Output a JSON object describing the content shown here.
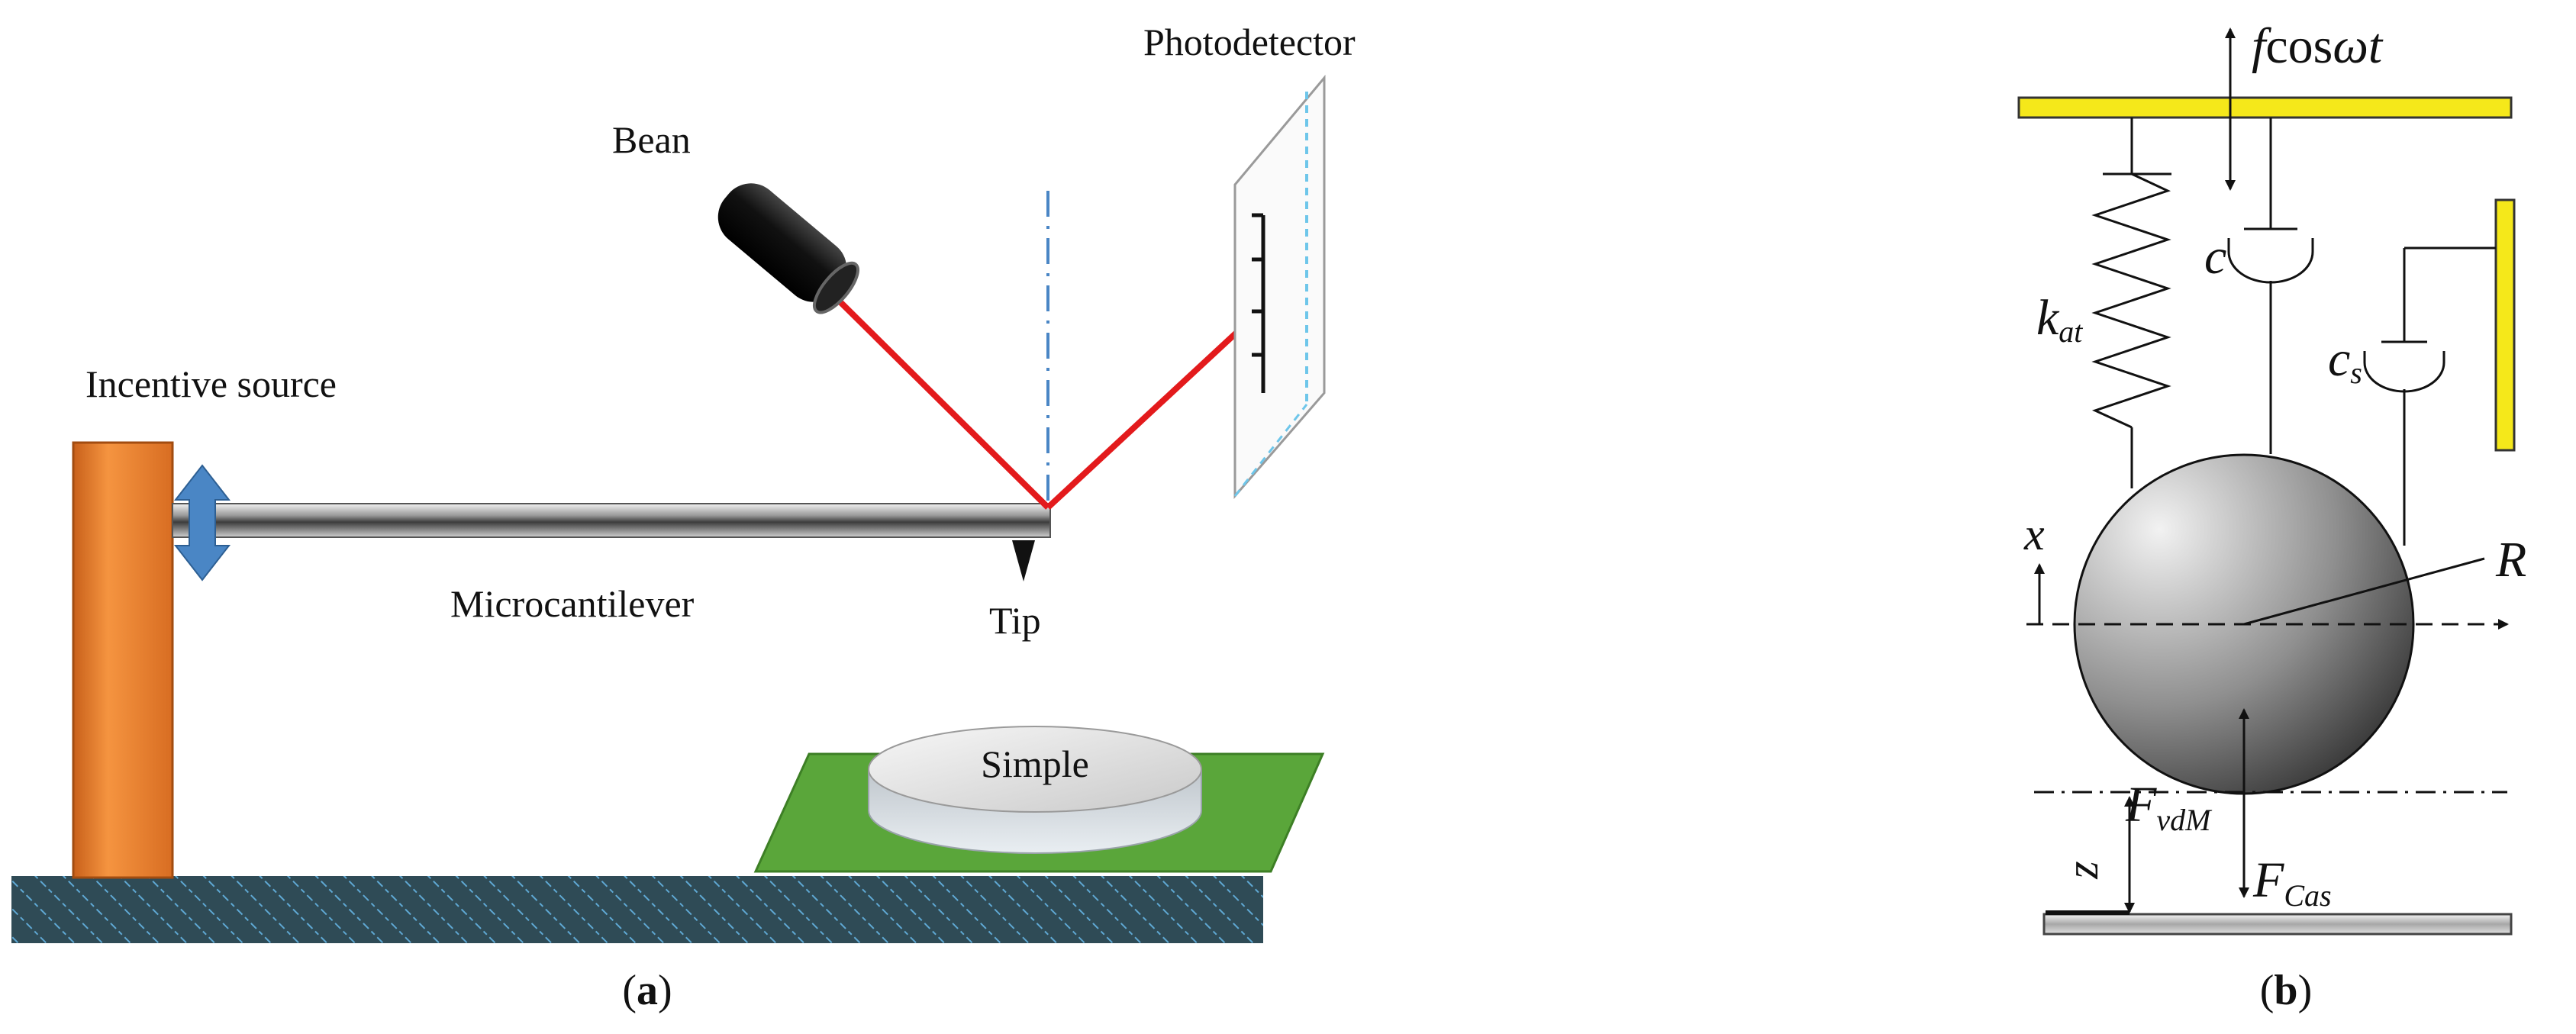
{
  "panel_a": {
    "labels": {
      "beam": "Bean",
      "photodetector": "Photodetector",
      "incentive_source": "Incentive source",
      "microcantilever": "Microcantilever",
      "tip": "Tip",
      "sample": "Simple"
    },
    "caption_open": "(",
    "caption_letter": "a",
    "caption_close": ")",
    "colors": {
      "laser": "#e31a1c",
      "incentive_post": "#f08a2e",
      "actuator_arrow": "#4a86c5",
      "sample_plate": "#5aa63a",
      "substrate": "#2d4752"
    }
  },
  "panel_b": {
    "labels": {
      "force_base": "f",
      "force_cos": "cos",
      "force_omega": "ωt",
      "damper_c": "c",
      "spring_k": "k",
      "spring_k_sub": "at",
      "damper_cs": "c",
      "damper_cs_sub": "s",
      "x": "x",
      "R": "R",
      "F_vdm": "F",
      "F_vdm_sub": "vdM",
      "z": "z",
      "F_cas": "F",
      "F_cas_sub": "Cas"
    },
    "caption_open": "(",
    "caption_letter": "b",
    "caption_close": ")",
    "colors": {
      "support_bar": "#f5e81a"
    }
  }
}
